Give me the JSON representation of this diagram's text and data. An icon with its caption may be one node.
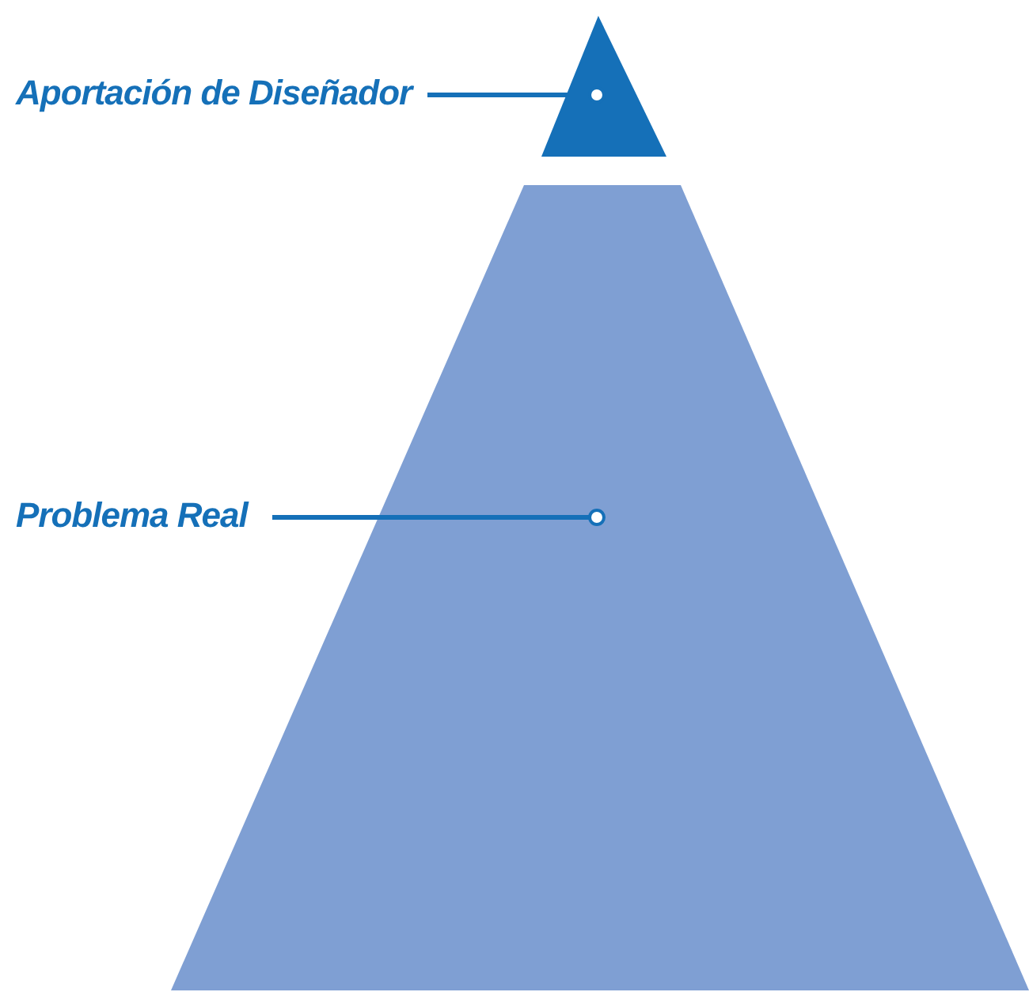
{
  "diagram": {
    "nodes": [
      {
        "text": [
          "Aportación de Diseñador"
        ]
      },
      {
        "text": [],
        "shape": "triangle"
      },
      {
        "text": [
          "Problema Real"
        ]
      },
      {
        "text": [],
        "shape": "trapezoid"
      }
    ],
    "edges": [
      {
        "from": 0,
        "to": 1,
        "arrow": "other"
      },
      {
        "from": 2,
        "to": 3,
        "arrow": "other"
      }
    ]
  }
}
